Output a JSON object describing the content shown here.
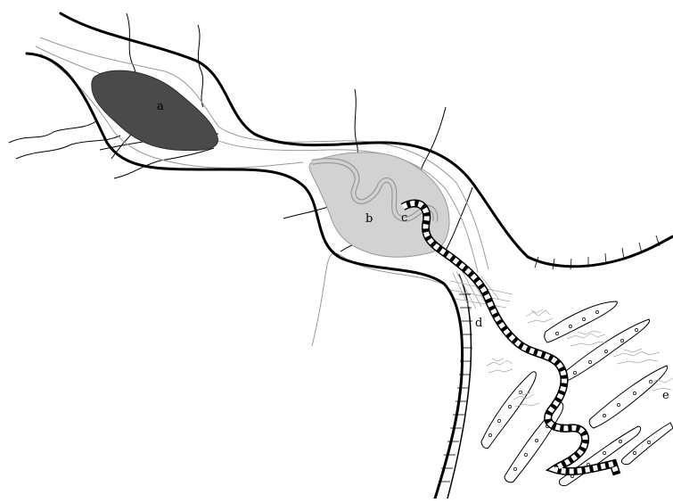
{
  "diagram": {
    "labels": {
      "a": "a",
      "b": "b",
      "c": "c",
      "d": "d",
      "e": "e"
    },
    "colors": {
      "outline": "#000000",
      "thin_line": "#9a9a9a",
      "region_a_fill": "#4a4a4a",
      "region_b_fill": "#d2d2d2",
      "hatch": "#a8a8a8"
    }
  }
}
